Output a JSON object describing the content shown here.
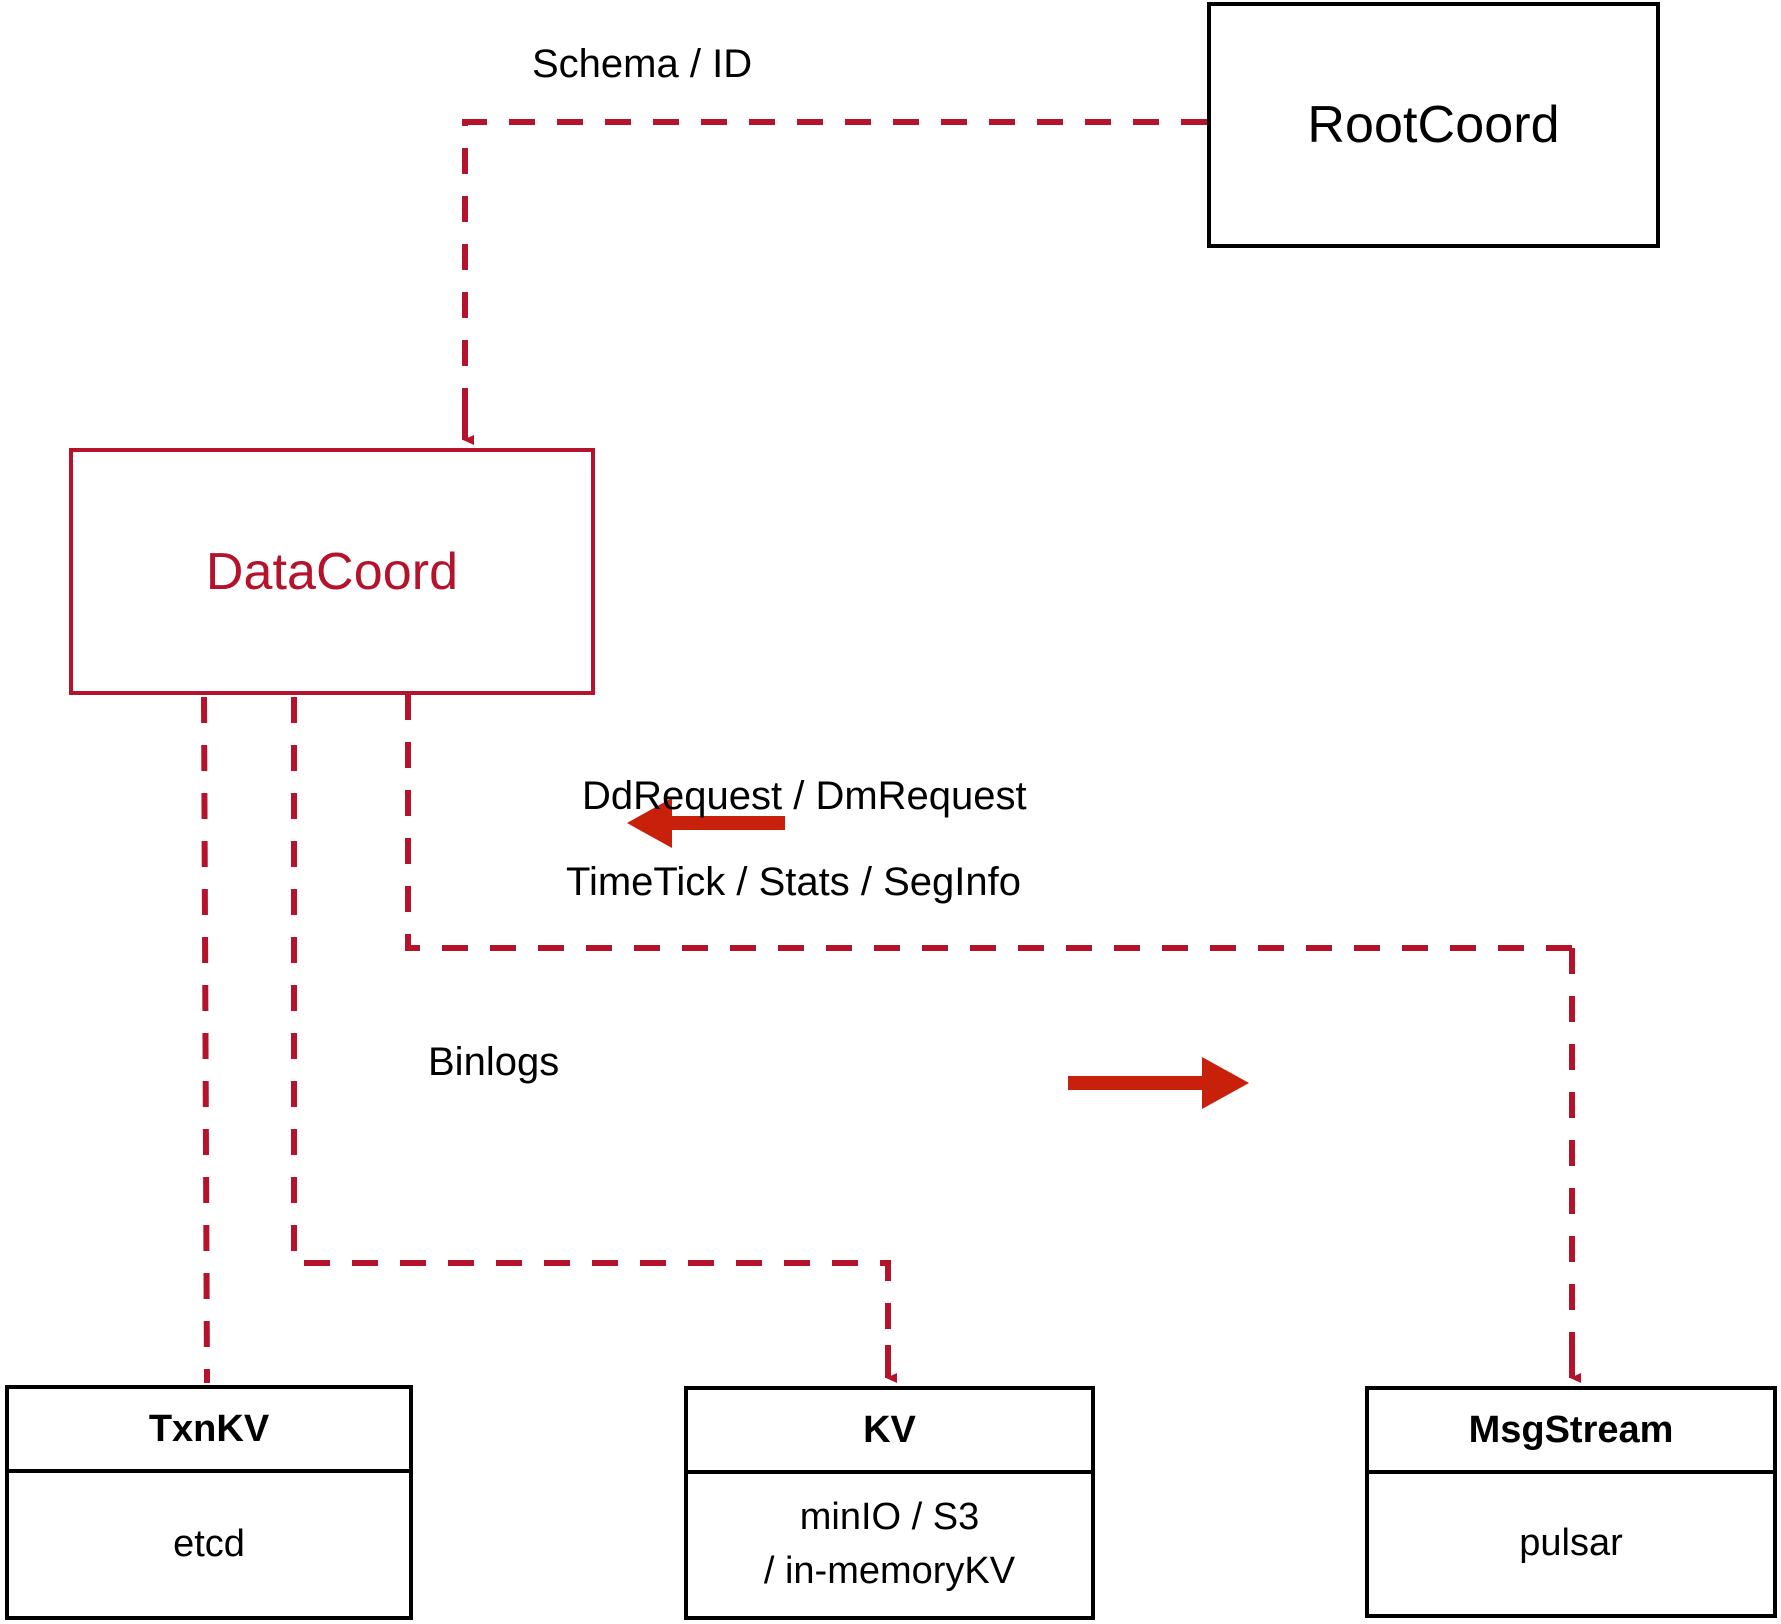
{
  "diagram": {
    "title": "DataCoord component interaction diagram",
    "colors": {
      "accent": "#b5122b",
      "arrow_solid": "#c8200a",
      "node_border": "#000000",
      "background": "#ffffff"
    },
    "nodes": {
      "root_coord": {
        "label": "RootCoord"
      },
      "data_coord": {
        "label": "DataCoord"
      },
      "txn_kv": {
        "title": "TxnKV",
        "impl_line1": "etcd"
      },
      "kv": {
        "title": "KV",
        "impl_line1": "minIO / S3",
        "impl_line2": "/ in-memoryKV"
      },
      "msg_stream": {
        "title": "MsgStream",
        "impl_line1": "pulsar"
      }
    },
    "edge_labels": {
      "schema_id": "Schema / ID",
      "dd_dm_request": "DdRequest / DmRequest",
      "timetick_stats_seginfo": "TimeTick / Stats / SegInfo",
      "binlogs": "Binlogs"
    },
    "edges": [
      {
        "name": "rootcoord-to-datacoord",
        "from": "RootCoord",
        "to": "DataCoord",
        "label": "Schema / ID",
        "style": "dashed",
        "arrow": "to"
      },
      {
        "name": "datacoord-to-txnkv",
        "from": "DataCoord",
        "to": "TxnKV",
        "label": "",
        "style": "dashed",
        "arrow": "none"
      },
      {
        "name": "datacoord-to-kv",
        "from": "DataCoord",
        "to": "KV",
        "label": "Binlogs",
        "style": "dashed",
        "arrow": "to"
      },
      {
        "name": "msgstream-to-datacoord",
        "from": "MsgStream",
        "to": "DataCoord",
        "label": "DdRequest / DmRequest",
        "style": "dashed",
        "arrow": "both"
      },
      {
        "name": "datacoord-to-msgstream",
        "from": "DataCoord",
        "to": "MsgStream",
        "label": "TimeTick / Stats / SegInfo",
        "style": "dashed",
        "arrow": "to"
      }
    ],
    "direction_markers": [
      {
        "name": "inbound-marker",
        "direction": "left",
        "meaning": "DdRequest / DmRequest"
      },
      {
        "name": "outbound-marker",
        "direction": "right",
        "meaning": "TimeTick / Stats / SegInfo"
      }
    ]
  }
}
